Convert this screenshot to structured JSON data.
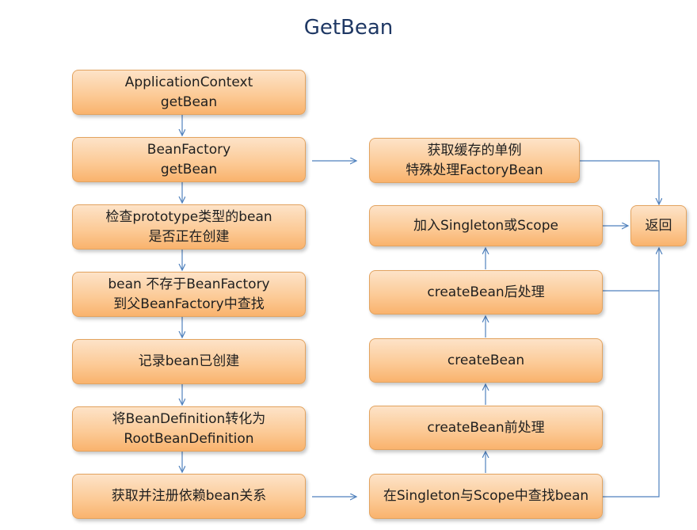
{
  "title": "GetBean",
  "left_column": [
    {
      "lines": [
        "ApplicationContext",
        "getBean"
      ]
    },
    {
      "lines": [
        "BeanFactory",
        "getBean"
      ]
    },
    {
      "lines": [
        "检查prototype类型的bean",
        "是否正在创建"
      ]
    },
    {
      "lines": [
        "bean 不存于BeanFactory",
        "到父BeanFactory中查找"
      ]
    },
    {
      "lines": [
        "记录bean已创建"
      ]
    },
    {
      "lines": [
        "将BeanDefinition转化为",
        "RootBeanDefinition"
      ]
    },
    {
      "lines": [
        "获取并注册依赖bean关系"
      ]
    }
  ],
  "right_column": {
    "cached_singleton": {
      "lines": [
        "获取缓存的单例",
        "特殊处理FactoryBean"
      ]
    },
    "add_singleton": {
      "lines": [
        "加入Singleton或Scope"
      ]
    },
    "create_bean_post": {
      "lines": [
        "createBean后处理"
      ]
    },
    "create_bean": {
      "lines": [
        "createBean"
      ]
    },
    "create_bean_pre": {
      "lines": [
        "createBean前处理"
      ]
    },
    "find_in_scope": {
      "lines": [
        "在Singleton与Scope中查找bean"
      ]
    }
  },
  "return_box": {
    "lines": [
      "返回"
    ]
  },
  "colors": {
    "box_fill": "#fccb98",
    "box_border": "#e3a35f",
    "arrow": "#4f81bd",
    "title": "#1f3864"
  }
}
